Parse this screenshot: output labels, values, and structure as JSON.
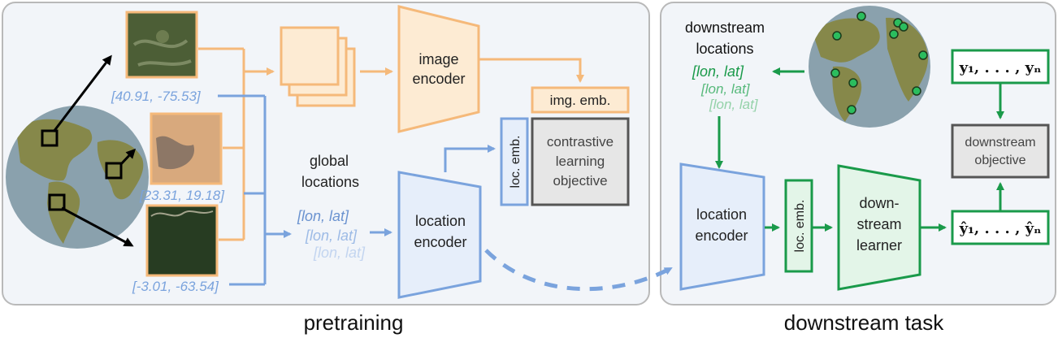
{
  "pretraining": {
    "label": "pretraining",
    "coords": [
      "[40.91, -75.53]",
      "[23.31, 19.18]",
      "[-3.01, -63.54]"
    ],
    "global_locations": [
      "global",
      "locations"
    ],
    "lonlat": [
      "[lon, lat]",
      "[lon, lat]",
      "[lon, lat]"
    ],
    "image_encoder": [
      "image",
      "encoder"
    ],
    "location_encoder": [
      "location",
      "encoder"
    ],
    "img_emb": "img. emb.",
    "loc_emb": "loc. emb.",
    "objective": [
      "contrastive",
      "learning",
      "objective"
    ]
  },
  "downstream": {
    "label": "downstream task",
    "locations_title": [
      "downstream",
      "locations"
    ],
    "lonlat": [
      "[lon, lat]",
      "[lon, lat]",
      "[lon, lat]"
    ],
    "location_encoder": [
      "location",
      "encoder"
    ],
    "loc_emb": "loc. emb.",
    "learner": [
      "down-",
      "stream",
      "learner"
    ],
    "objective": [
      "downstream",
      "objective"
    ],
    "y_true": "y₁, . . . , yₙ",
    "y_pred": "ŷ₁, . . . , ŷₙ"
  },
  "colors": {
    "orange": "#f5b97a",
    "orange_fill": "#fdebd3",
    "blue": "#7aa3dd",
    "blue_fill": "#e6eefa",
    "green": "#1a9a4a",
    "green_fill": "#e3f5e8",
    "ocean": "#8aa1ad",
    "land": "#86884a",
    "panel_fill": "#f2f5f9",
    "panel_stroke": "#b9b9b9"
  }
}
